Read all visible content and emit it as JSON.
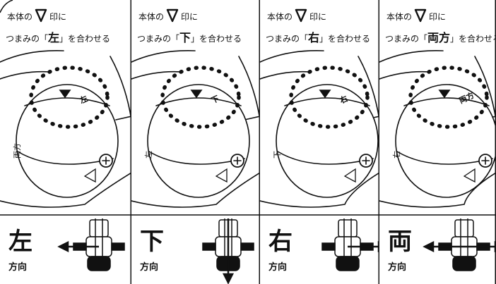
{
  "panels": [
    {
      "line1_prefix": "本体の",
      "line1_suffix": "印に",
      "line2_prefix": "つまみの「",
      "knob": "左",
      "line2_suffix": "」を合わせる",
      "dial_label": "左",
      "side_label": "両方",
      "direction": "左",
      "direction_suffix": "方向",
      "arrow": "left"
    },
    {
      "line1_prefix": "本体の",
      "line1_suffix": "印に",
      "line2_prefix": "つまみの「",
      "knob": "下",
      "line2_suffix": "」を合わせる",
      "dial_label": "下",
      "side_label": "左",
      "direction": "下",
      "direction_suffix": "方向",
      "arrow": "down"
    },
    {
      "line1_prefix": "本体の",
      "line1_suffix": "印に",
      "line2_prefix": "つまみの「",
      "knob": "右",
      "line2_suffix": "」を合わせる",
      "dial_label": "右",
      "side_label": "下",
      "direction": "右",
      "direction_suffix": "方向",
      "arrow": "right"
    },
    {
      "line1_prefix": "本体の",
      "line1_suffix": "印に",
      "line2_prefix": "つまみの「",
      "knob": "両方",
      "line2_suffix": "」を合わせる",
      "dial_label": "両方",
      "side_label": "右",
      "direction": "両",
      "direction_suffix": "方向",
      "arrow": "both"
    }
  ],
  "colors": {
    "ink": "#111111",
    "background": "#ffffff",
    "highlight": "#ff0000"
  }
}
